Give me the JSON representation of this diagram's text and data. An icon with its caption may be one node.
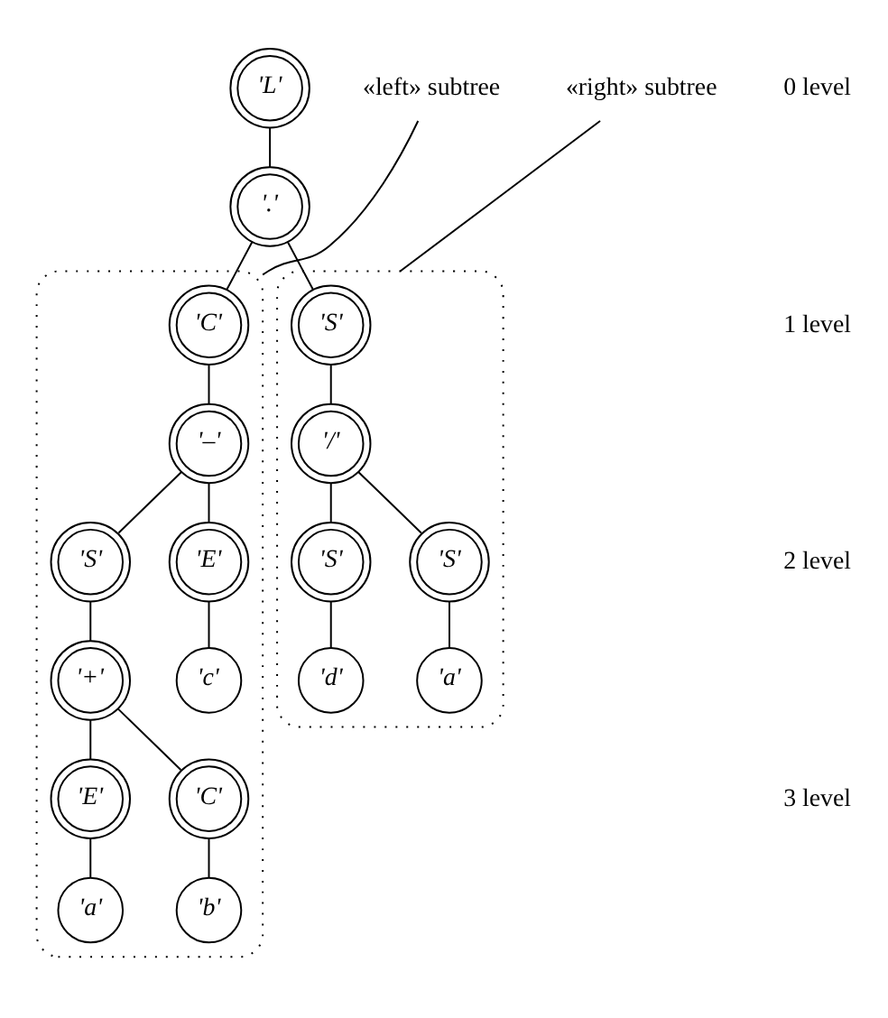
{
  "diagram": {
    "nodes": [
      {
        "text": [
          "'L'"
        ]
      },
      {
        "text": [
          "'.'"
        ]
      },
      {
        "text": [],
        "shape": "ellipse"
      },
      {
        "text": [
          "'C'"
        ],
        "in": 2
      },
      {
        "text": [
          "'–'"
        ],
        "in": 2
      },
      {
        "text": [
          "'S'"
        ],
        "in": 2
      },
      {
        "text": [
          "'E'"
        ],
        "in": 2
      },
      {
        "text": [
          "'c'"
        ],
        "in": 2
      },
      {
        "text": [
          "'+'"
        ],
        "in": 2
      },
      {
        "text": [
          "'E'"
        ],
        "in": 2
      },
      {
        "text": [
          "'C'"
        ],
        "in": 2
      },
      {
        "text": [
          "'a'"
        ],
        "in": 2
      },
      {
        "text": [
          "'b'"
        ],
        "in": 2
      },
      {
        "text": [],
        "shape": "ellipse"
      },
      {
        "text": [
          "'S'"
        ],
        "in": 13
      },
      {
        "text": [
          "'/'"
        ],
        "in": 13
      },
      {
        "text": [
          "'S'"
        ],
        "in": 13
      },
      {
        "text": [
          "'S'"
        ],
        "in": 13
      },
      {
        "text": [
          "'d'"
        ],
        "in": 13
      },
      {
        "text": [
          "'a'"
        ],
        "in": 13
      },
      {
        "text": [
          "«right» subtree"
        ]
      },
      {
        "text": [
          "«left» subtree"
        ]
      }
    ],
    "edges": [
      {
        "from": 0,
        "to": 1,
        "arrow": "none"
      },
      {
        "from": 1,
        "to": 3,
        "arrow": "none"
      },
      {
        "from": 1,
        "to": 14,
        "arrow": "none"
      },
      {
        "from": 3,
        "to": 4,
        "arrow": "none"
      },
      {
        "from": 4,
        "to": 5,
        "arrow": "none"
      },
      {
        "from": 4,
        "to": 6,
        "arrow": "none"
      },
      {
        "from": 6,
        "to": 7,
        "arrow": "none"
      },
      {
        "from": 5,
        "to": 8,
        "arrow": "none"
      },
      {
        "from": 8,
        "to": 9,
        "arrow": "none"
      },
      {
        "from": 8,
        "to": 10,
        "arrow": "none"
      },
      {
        "from": 9,
        "to": 11,
        "arrow": "none"
      },
      {
        "from": 10,
        "to": 12,
        "arrow": "none"
      },
      {
        "from": 14,
        "to": 15,
        "arrow": "none"
      },
      {
        "from": 15,
        "to": 16,
        "arrow": "none"
      },
      {
        "from": 15,
        "to": 17,
        "arrow": "none"
      },
      {
        "from": 16,
        "to": 18,
        "arrow": "none"
      },
      {
        "from": 17,
        "to": 19,
        "arrow": "none"
      },
      {
        "from": 20,
        "to": 13,
        "arrow": "none"
      },
      {
        "from": 21,
        "to": 2,
        "arrow": "none"
      }
    ],
    "labels": [
      "0 level",
      "1 level",
      "2 level",
      "3 level"
    ]
  }
}
